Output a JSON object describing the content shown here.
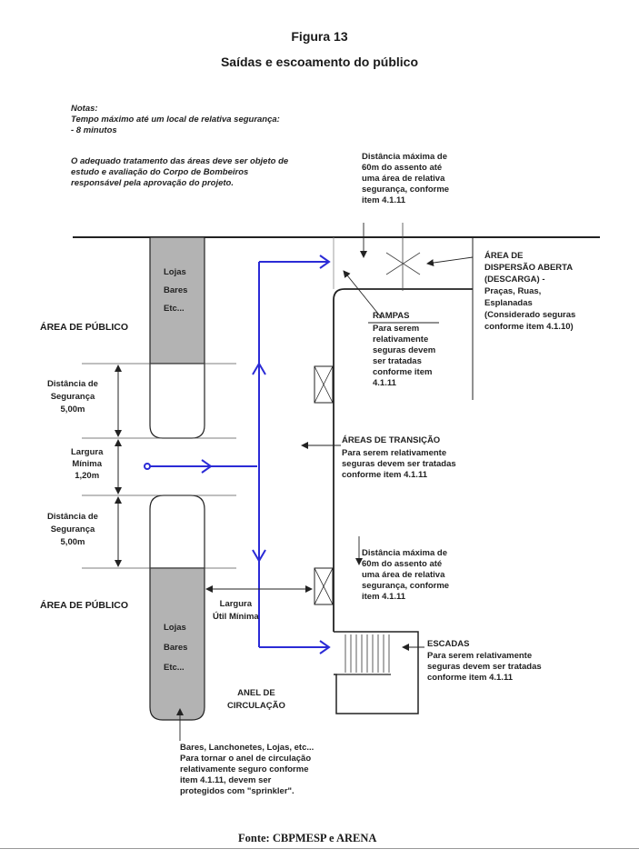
{
  "figure": {
    "number": "Figura 13",
    "title": "Saídas e escoamento do público"
  },
  "notes": {
    "heading": "Notas:",
    "line1": "Tempo máximo até um local de relativa segurança:",
    "line2": " - 8 minutos",
    "para": [
      "O adequado tratamento das áreas deve ser objeto de",
      "estudo e avaliação do Corpo de Bombeiros",
      "responsável pela aprovação do projeto."
    ]
  },
  "labels": {
    "dist_top": [
      "Distância máxima de",
      "60m do assento até",
      "uma área de relativa",
      "segurança, conforme",
      "item 4.1.11"
    ],
    "area_dispersao": [
      "ÁREA DE",
      "DISPERSÃO ABERTA",
      "(DESCARGA) -",
      "Praças, Ruas,",
      "Esplanadas",
      "(Considerado seguras",
      "conforme item 4.1.10)"
    ],
    "lojas_top": [
      "Lojas",
      "Bares",
      "Etc..."
    ],
    "area_publico_1": "ÁREA DE PÚBLICO",
    "rampas_title": "RAMPAS",
    "rampas_text": [
      "Para serem",
      "relativamente",
      "seguras devem",
      "ser tratadas",
      "conforme item",
      "4.1.11"
    ],
    "dist_seg_1": [
      "Distância de",
      "Segurança",
      "5,00m"
    ],
    "largura_min": [
      "Largura",
      "Mínima",
      "1,20m"
    ],
    "areas_transicao_title": "ÁREAS DE TRANSIÇÃO",
    "areas_transicao_text": [
      "Para serem relativamente",
      "seguras devem ser tratadas",
      "conforme item 4.1.11"
    ],
    "dist_seg_2": [
      "Distância de",
      "Segurança",
      "5,00m"
    ],
    "dist_mid": [
      "Distância máxima de",
      "60m do assento até",
      "uma área de relativa",
      "segurança, conforme",
      "item 4.1.11"
    ],
    "area_publico_2": "ÁREA DE PÚBLICO",
    "largura_util": [
      "Largura",
      "Útil Mínima"
    ],
    "lojas_bottom": [
      "Lojas",
      "Bares",
      "Etc..."
    ],
    "escadas_title": "ESCADAS",
    "escadas_text": [
      "Para serem relativamente",
      "seguras devem ser tratadas",
      "conforme item 4.1.11"
    ],
    "anel": [
      "ANEL DE",
      "CIRCULAÇÃO"
    ],
    "bares_note": [
      "Bares, Lanchonetes, Lojas, etc...",
      "Para tornar o anel de circulação",
      "relativamente seguro conforme",
      "item 4.1.11, devem ser",
      "protegidos com \"sprinkler\"."
    ]
  },
  "source": "Fonte: CBPMESP e ARENA",
  "colors": {
    "flow_arrow": "#2b2bd6",
    "shop_fill": "#b3b3b3",
    "line": "#222222"
  }
}
